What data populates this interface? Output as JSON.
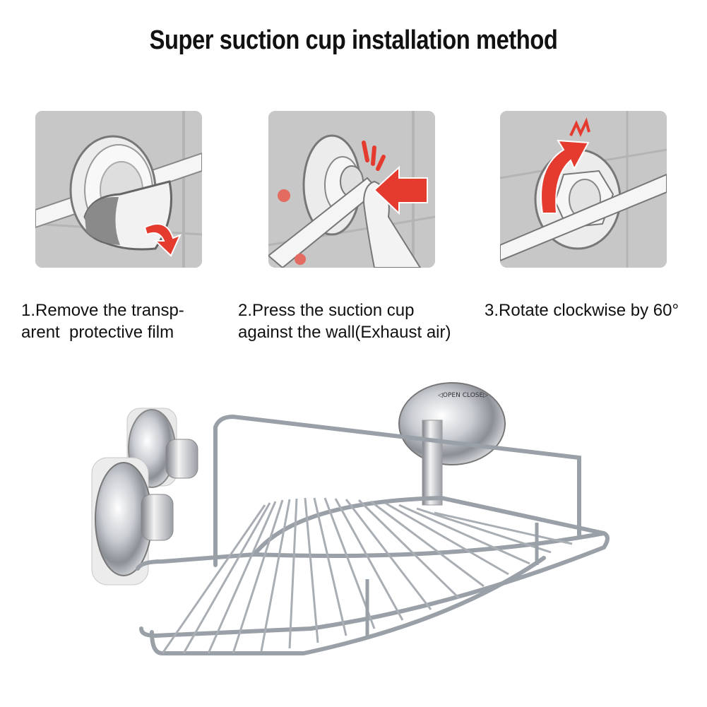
{
  "title": "Super suction cup installation method",
  "steps": [
    {
      "line1": "1.Remove the transp-",
      "line2": "arent  protective film"
    },
    {
      "line1": "2.Press the suction cup",
      "line2": "against the wall(Exhaust air)"
    },
    {
      "line1": "3.Rotate clockwise by 60°",
      "line2": ""
    }
  ],
  "colors": {
    "panel_bg": "#c9c9c9",
    "arrow": "#e53b2f",
    "chrome": "#b8bcc2"
  }
}
